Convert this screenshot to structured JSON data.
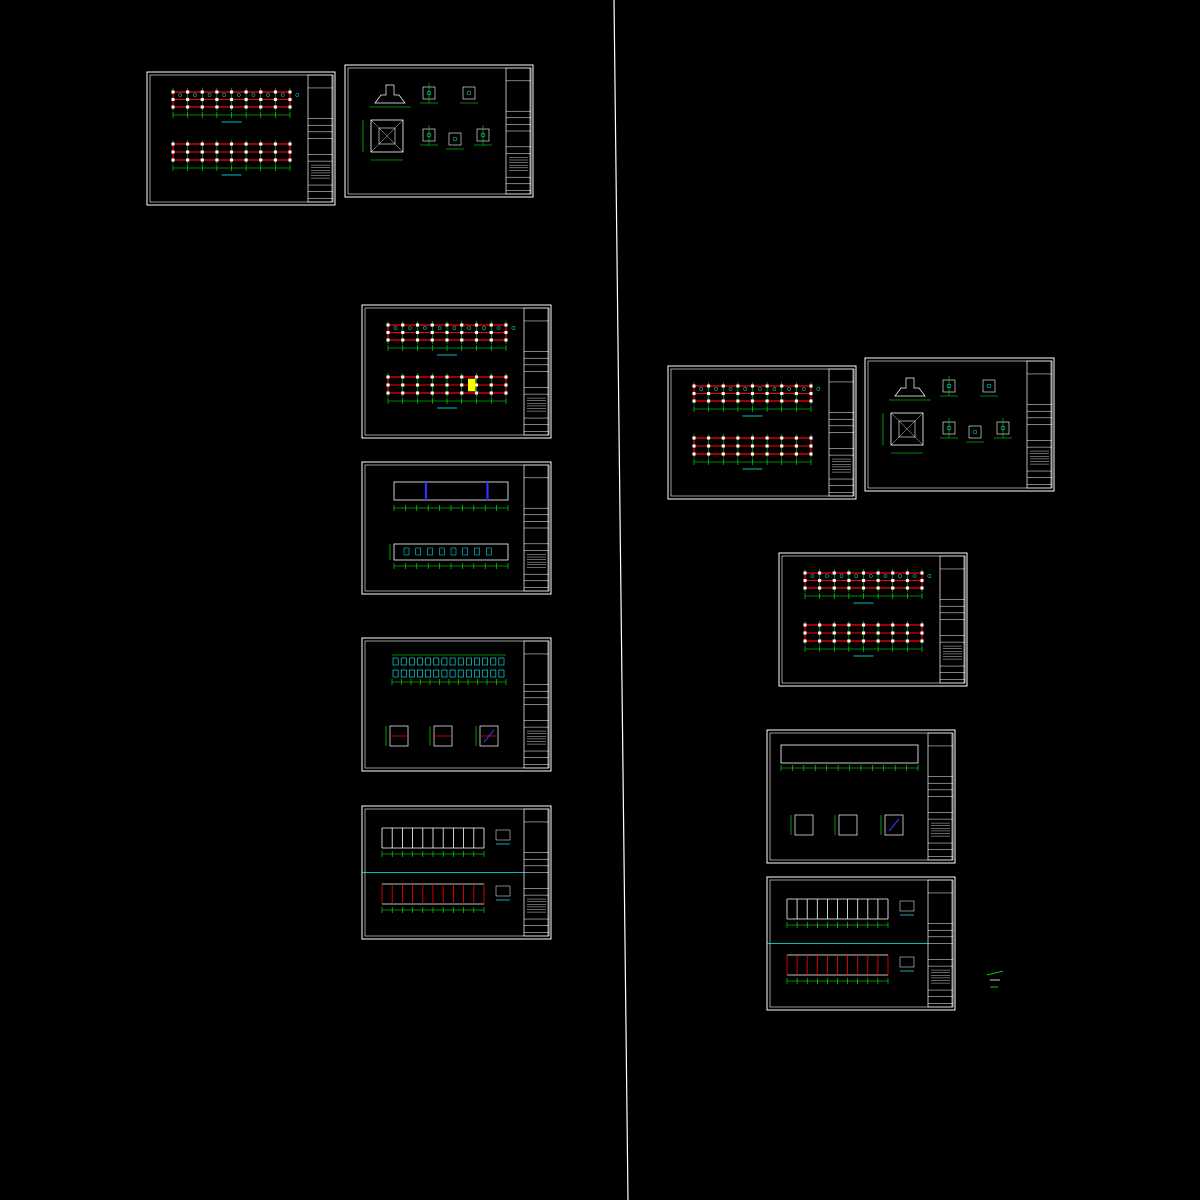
{
  "canvas": {
    "background": "#000000",
    "colors": {
      "sheet_border": "#ffffff",
      "grid_axis": "#00ff00",
      "beam": "#ff0000",
      "column": "#ffffff",
      "detail": "#00ffff",
      "highlight_fill": "#ffff00",
      "rebar_blue": "#3030ff",
      "section_line": "#00ffff",
      "divider": "#ffffff"
    },
    "left_layout_name": "left-sheet-set",
    "right_layout_name": "right-sheet-set"
  },
  "sheets": [
    {
      "name": "sheet-left-foundation-plan",
      "kind": "plans",
      "hasHighlight": false
    },
    {
      "name": "sheet-left-foundation-details",
      "kind": "details"
    },
    {
      "name": "sheet-left-floor-framing",
      "kind": "plans",
      "hasHighlight": true
    },
    {
      "name": "sheet-left-roof-elevation",
      "kind": "elevation"
    },
    {
      "name": "sheet-left-slab-reinforcement",
      "kind": "slab"
    },
    {
      "name": "sheet-left-frame-elevations",
      "kind": "frames"
    },
    {
      "name": "sheet-right-foundation-plan",
      "kind": "plans",
      "hasHighlight": false
    },
    {
      "name": "sheet-right-foundation-details",
      "kind": "details"
    },
    {
      "name": "sheet-right-floor-framing",
      "kind": "plans",
      "hasHighlight": false
    },
    {
      "name": "sheet-right-roof-sections",
      "kind": "roofsections"
    },
    {
      "name": "sheet-right-frame-elevations",
      "kind": "frames"
    }
  ],
  "stray_detail": {
    "name": "loose-detail-fragment"
  }
}
